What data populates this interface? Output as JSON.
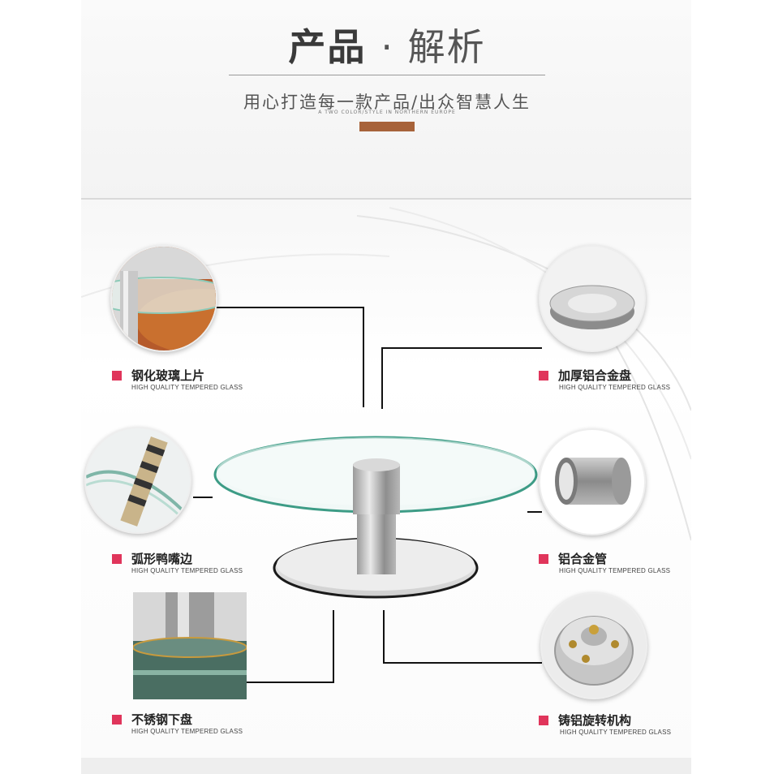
{
  "header": {
    "title_bold": "产品",
    "title_light": "· 解析",
    "subtitle": "用心打造每一款产品/出众智慧人生",
    "subtitle_small": "A TWO COLOR/STYLE IN NORTHERN EUROPE"
  },
  "features": [
    {
      "label": "钢化玻璃上片",
      "sub": "HIGH QUALITY TEMPERED GLASS",
      "icon": "glass-edge-photo"
    },
    {
      "label": "加厚铝合金盘",
      "sub": "HIGH QUALITY TEMPERED GLASS",
      "icon": "aluminum-disc-photo"
    },
    {
      "label": "弧形鸭嘴边",
      "sub": "HIGH QUALITY TEMPERED GLASS",
      "icon": "curved-edge-photo"
    },
    {
      "label": "铝合金管",
      "sub": "HIGH QUALITY TEMPERED GLASS",
      "icon": "aluminum-tube-photo"
    },
    {
      "label": "不锈钢下盘",
      "sub": "HIGH QUALITY TEMPERED GLASS",
      "icon": "steel-base-photo"
    },
    {
      "label": "铸铝旋转机构",
      "sub": "HIGH QUALITY TEMPERED GLASS",
      "icon": "rotation-mechanism-photo"
    }
  ],
  "colors": {
    "accent": "#e0355b",
    "brown_bar": "#a7633a"
  }
}
